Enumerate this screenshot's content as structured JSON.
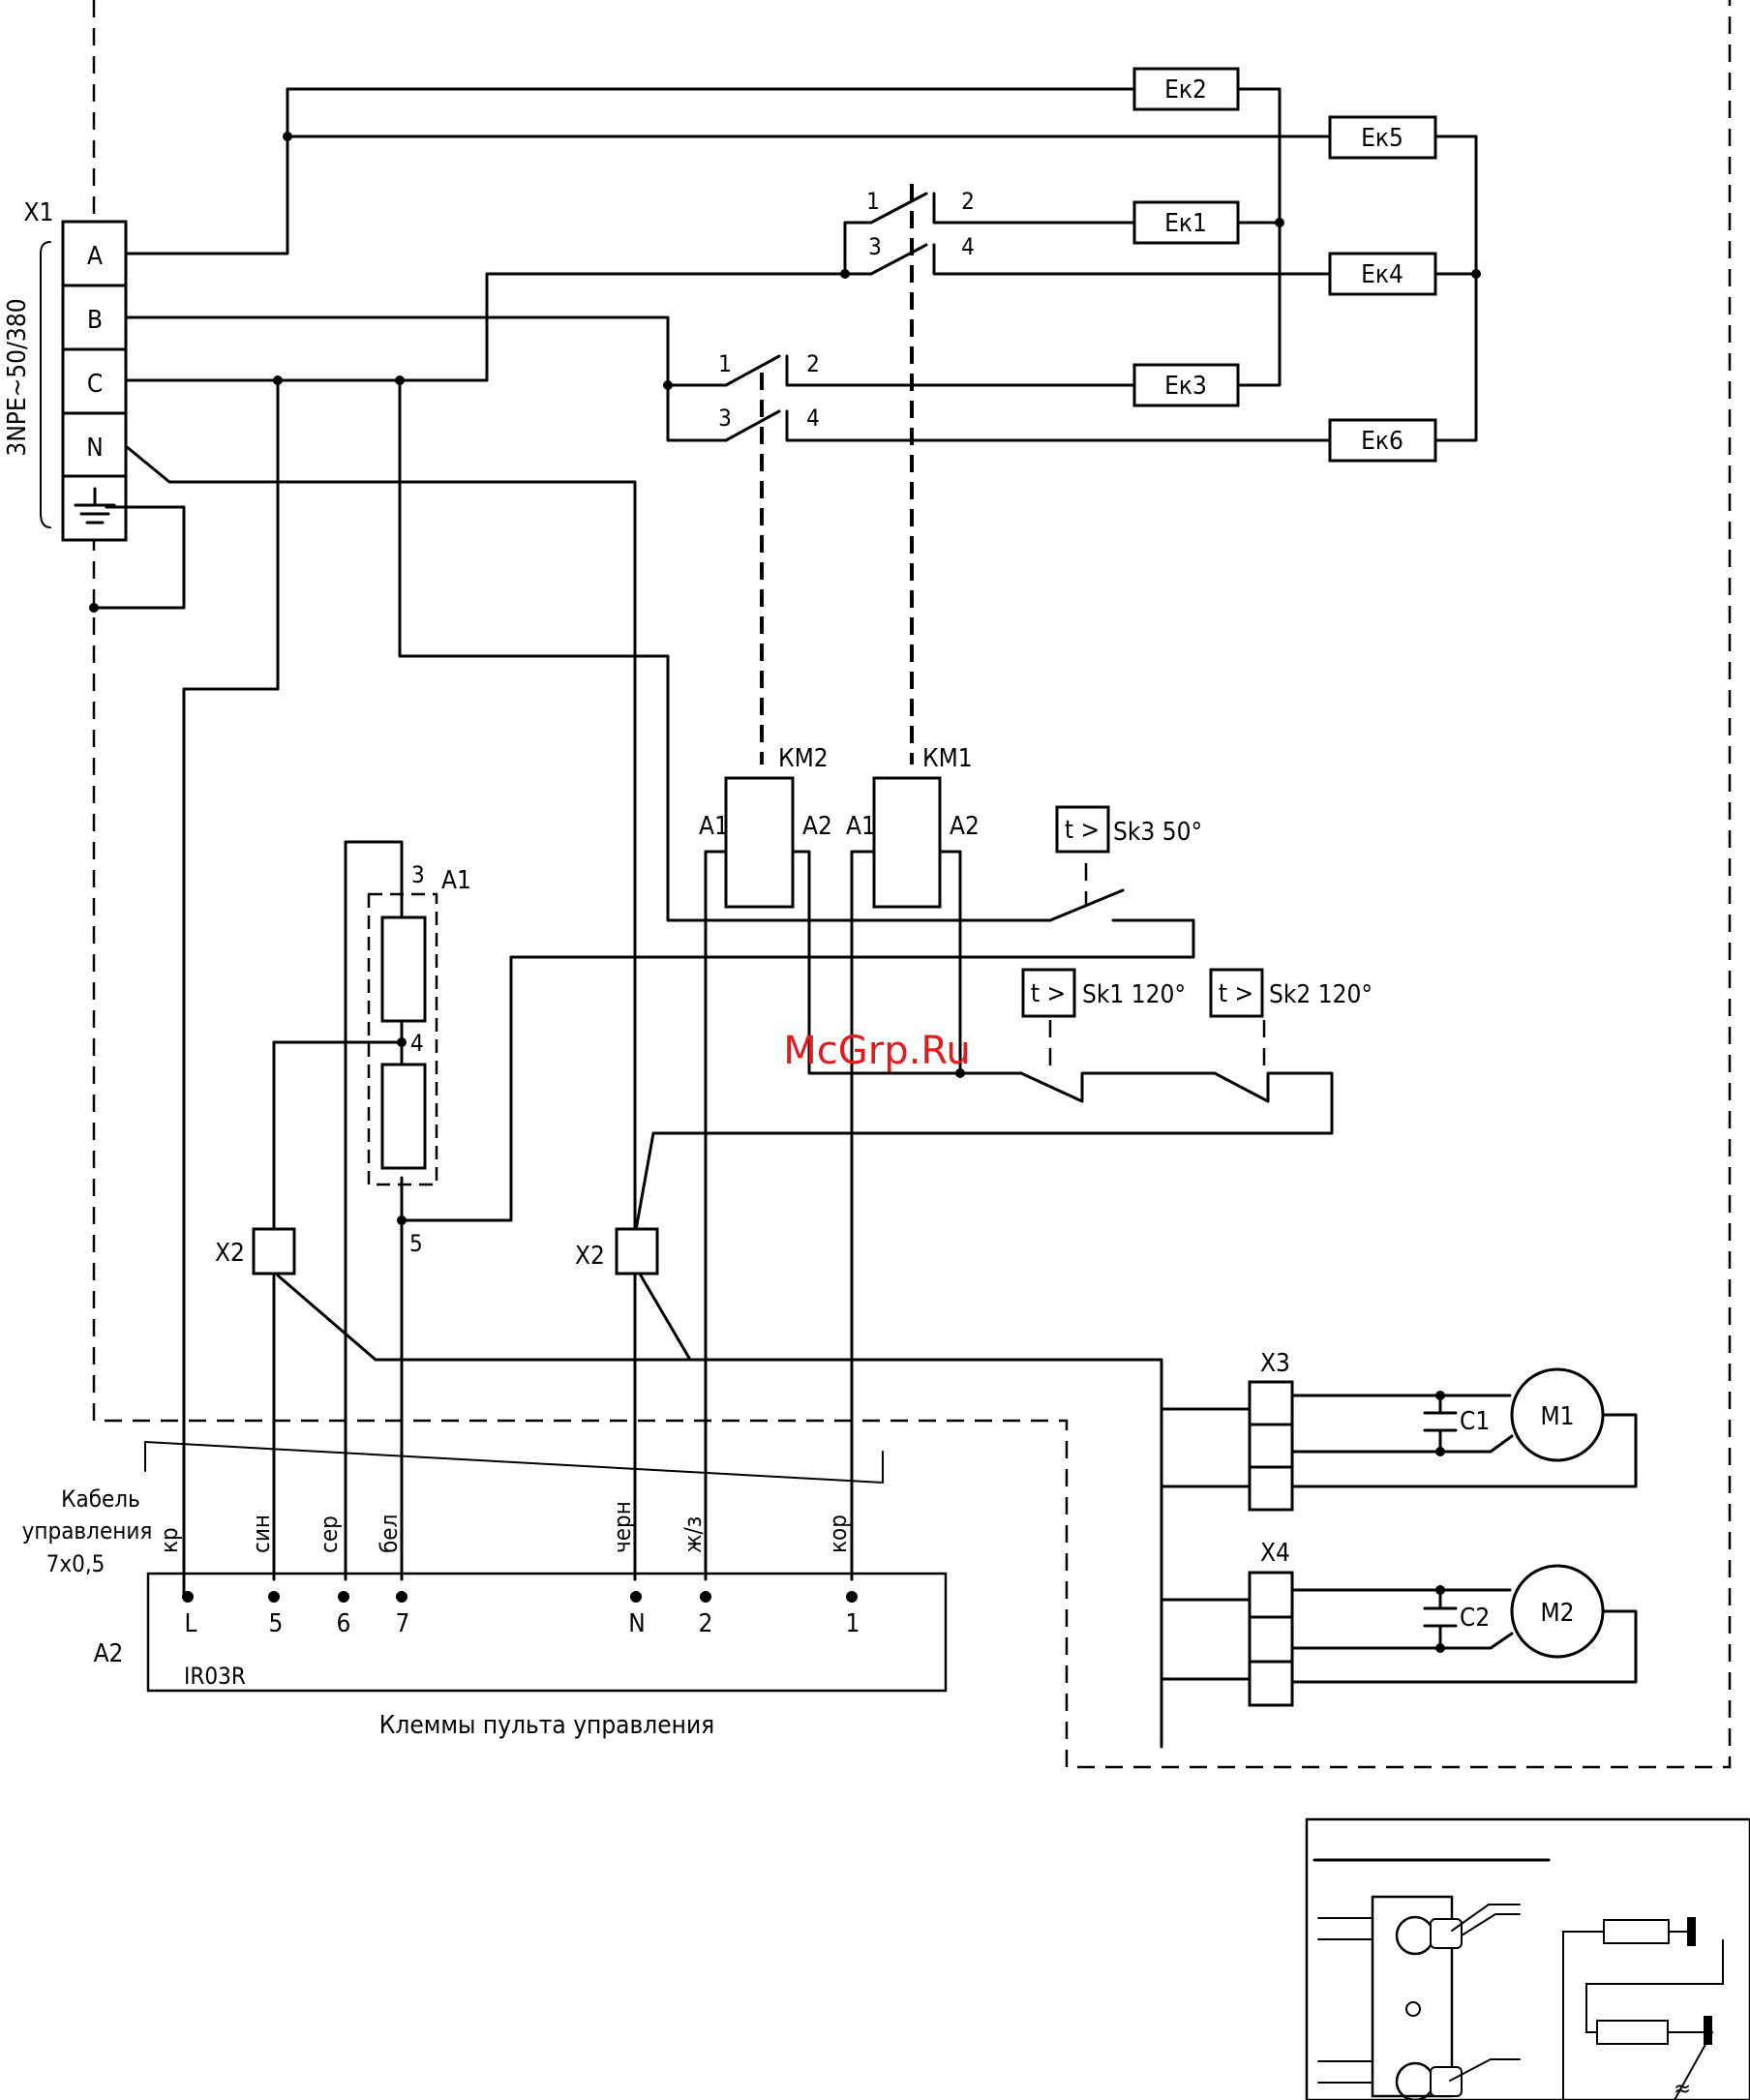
{
  "terminal_block_x1": {
    "label": "X1",
    "supply": "3NPE~50/380",
    "terminals": [
      "A",
      "B",
      "C",
      "N"
    ]
  },
  "heaters": [
    "Ек1",
    "Ек2",
    "Ек3",
    "Ек4",
    "Ек5",
    "Ек6"
  ],
  "contactors": {
    "km1": {
      "label": "КМ1",
      "a1": "А1",
      "a2": "А2"
    },
    "km2": {
      "label": "КМ2",
      "a1": "А1",
      "a2": "А2"
    },
    "contact_numbers": [
      "1",
      "2",
      "3",
      "4"
    ]
  },
  "thermostats": {
    "sk3": {
      "symbol": "t >",
      "label": "Sk3 50°"
    },
    "sk1": {
      "symbol": "t >",
      "label": "Sk1 120°"
    },
    "sk2": {
      "symbol": "t >",
      "label": "Sk2 120°"
    }
  },
  "module_a1": {
    "label": "А1",
    "pins": [
      "3",
      "4",
      "5"
    ]
  },
  "connectors": {
    "x2": "X2",
    "x3": "X3",
    "x4": "X4"
  },
  "motors": {
    "m1": {
      "label": "М1",
      "capacitor": "С1"
    },
    "m2": {
      "label": "М2",
      "capacitor": "С2"
    }
  },
  "cable": {
    "caption": [
      "Кабель",
      "управления",
      "7х0,5"
    ],
    "wires": [
      "кр",
      "син",
      "сер",
      "бел",
      "черн",
      "ж/з",
      "кор"
    ]
  },
  "panel_a2": {
    "label": "А2",
    "model": "IR03R",
    "terminals": [
      "L",
      "5",
      "6",
      "7",
      "N",
      "2",
      "1"
    ],
    "caption": "Клеммы пульта управления"
  },
  "watermark": "McGrp.Ru",
  "inset": {
    "symbol": "≈"
  }
}
